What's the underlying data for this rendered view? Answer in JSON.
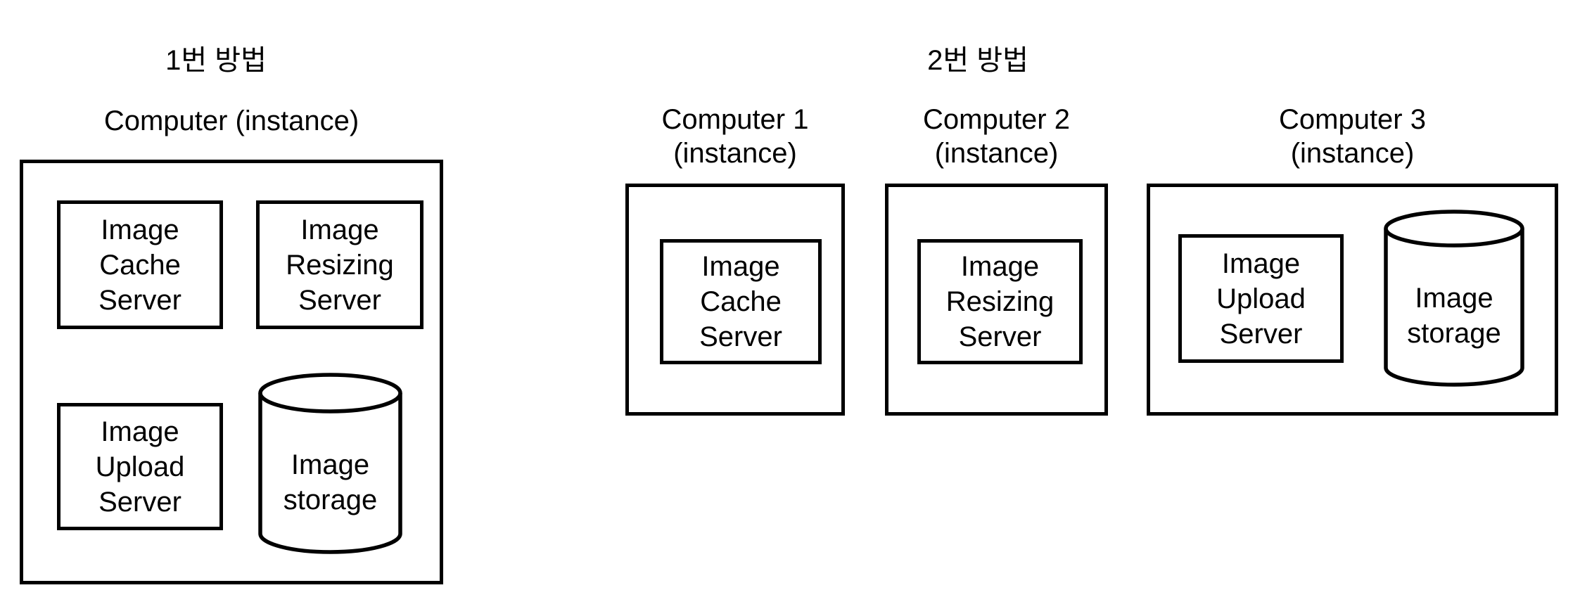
{
  "page": {
    "background_color": "#ffffff",
    "line_color": "#000000",
    "text_color": "#000000"
  },
  "method1": {
    "title": "1번 방법",
    "computer_label": "Computer (instance)",
    "cache_server": "Image Cache Server",
    "resizing_server": "Image Resizing Server",
    "upload_server": "Image Upload Server",
    "storage_label": "Image storage"
  },
  "method2": {
    "title": "2번 방법",
    "computer1": {
      "name": "Computer 1",
      "type": "(instance)",
      "cache_server": "Image Cache Server"
    },
    "computer2": {
      "name": "Computer 2",
      "type": "(instance)",
      "resizing_server": "Image Resizing Server"
    },
    "computer3": {
      "name": "Computer 3",
      "type": "(instance)",
      "upload_server": "Image Upload Server",
      "storage_label": "Image storage"
    }
  }
}
